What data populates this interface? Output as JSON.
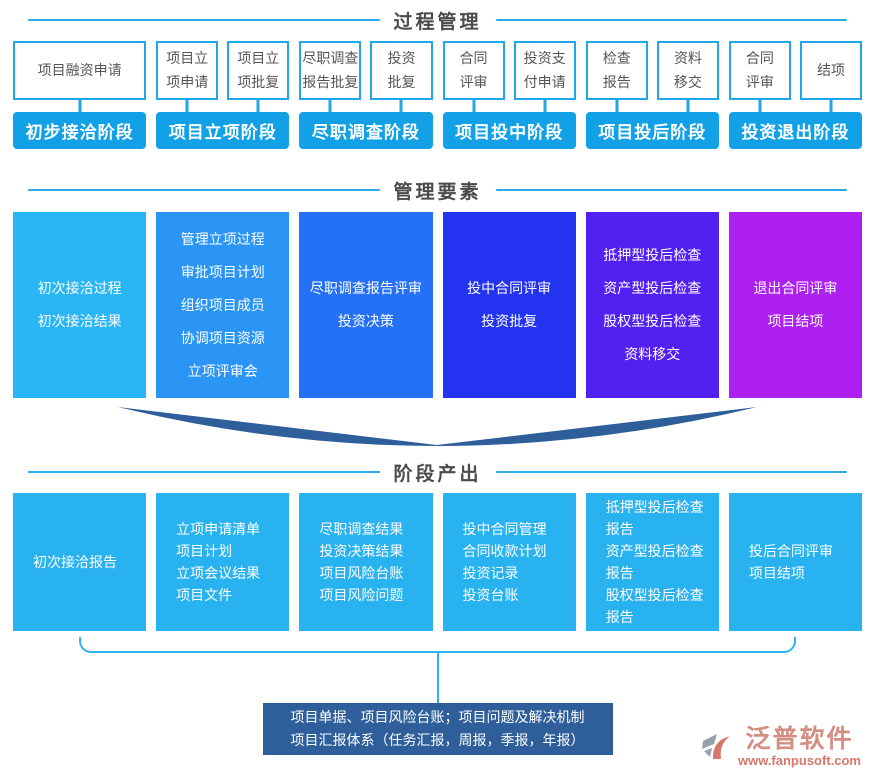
{
  "process": {
    "title": "过程管理",
    "groups": [
      {
        "stage": "初步接洽阶段",
        "box1": "项目融资申请"
      },
      {
        "stage": "项目立项阶段",
        "box1": "项目立\n项申请",
        "box2": "项目立\n项批复"
      },
      {
        "stage": "尽职调查阶段",
        "box1": "尽职调查\n报告批复",
        "box2": "投资\n批复"
      },
      {
        "stage": "项目投中阶段",
        "box1": "合同\n评审",
        "box2": "投资支\n付申请"
      },
      {
        "stage": "项目投后阶段",
        "box1": "检查\n报告",
        "box2": "资料\n移交"
      },
      {
        "stage": "投资退出阶段",
        "box1": "合同\n评审",
        "box2": "结项"
      }
    ]
  },
  "elements": {
    "title": "管理要素",
    "boxes": [
      {
        "color": "#29b6f7",
        "lines": [
          "初次接洽过程",
          "初次接洽结果"
        ]
      },
      {
        "color": "#2b95f6",
        "lines": [
          "管理立项过程",
          "审批项目计划",
          "组织项目成员",
          "协调项目资源",
          "立项评审会"
        ]
      },
      {
        "color": "#2571f5",
        "lines": [
          "尽职调查报告评审",
          "投资决策"
        ]
      },
      {
        "color": "#2333f0",
        "lines": [
          "投中合同评审",
          "投资批复"
        ]
      },
      {
        "color": "#5220f0",
        "lines": [
          "抵押型投后检查",
          "资产型投后检查",
          "股权型投后检查",
          "资料移交"
        ]
      },
      {
        "color": "#ad20f0",
        "lines": [
          "退出合同评审",
          "项目结项"
        ]
      }
    ]
  },
  "outputs": {
    "title": "阶段产出",
    "boxes": [
      {
        "lines": [
          "初次接洽报告"
        ]
      },
      {
        "lines": [
          "立项申请清单",
          "项目计划",
          "立项会议结果",
          "项目文件"
        ]
      },
      {
        "lines": [
          "尽职调查结果",
          "投资决策结果",
          "项目风险台账",
          "项目风险问题"
        ]
      },
      {
        "lines": [
          "投中合同管理",
          "合同收款计划",
          "投资记录",
          "投资台账"
        ]
      },
      {
        "lines": [
          "抵押型投后检查",
          "报告",
          "资产型投后检查",
          "报告",
          "股权型投后检查",
          "报告"
        ]
      },
      {
        "lines": [
          "投后合同评审",
          "项目结项"
        ]
      }
    ]
  },
  "summary": {
    "line1": "项目单据、项目风险台账；项目问题及解决机制",
    "line2": "项目汇报体系（任务汇报，周报，季报，年报）"
  },
  "logo": {
    "name": "泛普软件",
    "url": "www.fanpusoft.com"
  },
  "colors": {
    "accent_cyan": "#1fa7e9",
    "stage_blue": "#12a1e7",
    "title_line": "#2ba9ea",
    "funnel_and_summary": "#2e5f9b",
    "output_box": "#29b2f0",
    "element_gradient": [
      "#29b6f7",
      "#2b95f6",
      "#2571f5",
      "#2333f0",
      "#5220f0",
      "#ad20f0"
    ],
    "logo_red": "#d2695c"
  }
}
